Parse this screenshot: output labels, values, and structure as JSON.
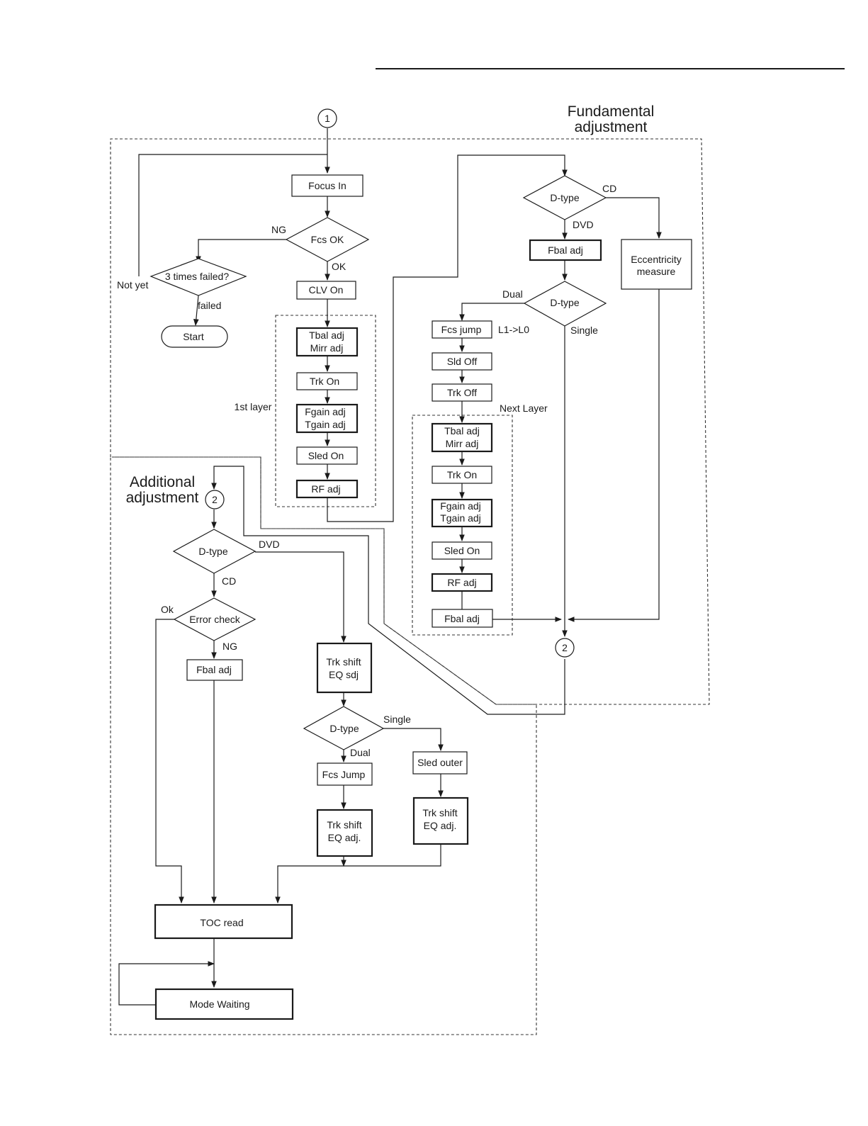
{
  "sections": {
    "fundamental": [
      "Fundamental",
      "adjustment"
    ],
    "additional": [
      "Additional",
      "adjustment"
    ]
  },
  "connectors": {
    "c1": "1",
    "c2_top": "2",
    "c2_bottom": "2"
  },
  "first_layer": {
    "label": "1st layer",
    "focus_in": "Focus In",
    "fcs_ok": "Fcs OK",
    "three_times": "3 times failed?",
    "start": "Start",
    "clv_on": "CLV On",
    "tbal_mirr": [
      "Tbal adj",
      "Mirr adj"
    ],
    "trk_on": "Trk On",
    "fgain_tgain": [
      "Fgain adj",
      "Tgain adj"
    ],
    "sled_on": "Sled On",
    "rf_adj": "RF adj"
  },
  "right": {
    "dtype1": "D-type",
    "fbal_adj": "Fbal adj",
    "eccentricity": [
      "Eccentricity",
      "measure"
    ],
    "dtype2": "D-type",
    "fcs_jump": "Fcs jump",
    "l1_l0": "L1->L0",
    "sld_off": "Sld Off",
    "trk_off": "Trk Off",
    "next_layer": "Next Layer",
    "tbal_mirr": [
      "Tbal adj",
      "Mirr adj"
    ],
    "trk_on": "Trk On",
    "fgain_tgain": [
      "Fgain adj",
      "Tgain adj"
    ],
    "sled_on": "Sled On",
    "rf_adj": "RF adj",
    "fbal_adj2": "Fbal adj"
  },
  "additional": {
    "dtype1": "D-type",
    "error_check": "Error check",
    "fbal_adj": "Fbal adj",
    "trk_shift_sdj": [
      "Trk shift",
      "EQ sdj"
    ],
    "dtype2": "D-type",
    "fcs_jump": "Fcs Jump",
    "sled_outer": "Sled outer",
    "trk_shift_a": [
      "Trk shift",
      "EQ adj."
    ],
    "trk_shift_b": [
      "Trk shift",
      "EQ adj."
    ],
    "toc_read": "TOC read",
    "mode_waiting": "Mode Waiting"
  },
  "edge_labels": {
    "ng": "NG",
    "ok": "OK",
    "not_yet": "Not yet",
    "failed": "failed",
    "cd": "CD",
    "dvd": "DVD",
    "dual": "Dual",
    "single": "Single",
    "add_dvd": "DVD",
    "add_cd": "CD",
    "add_ok": "Ok",
    "add_ng": "NG",
    "add_single": "Single",
    "add_dual": "Dual"
  }
}
